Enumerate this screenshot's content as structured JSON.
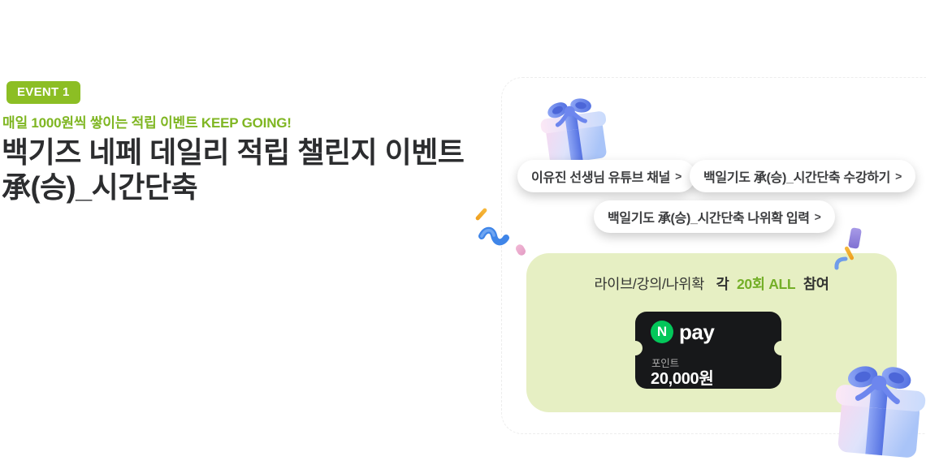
{
  "event": {
    "badge_label": "EVENT 1",
    "subtitle": "매일 1000원씩 쌓이는 적립 이벤트 KEEP GOING!",
    "title_line1": "백기즈 네페 데일리 적립 챌린지 이벤트",
    "title_line2": "承(승)_시간단축"
  },
  "links": [
    {
      "label": "이유진 선생님 유튜브 채널"
    },
    {
      "label": "백일기도 承(승)_시간단축 수강하기"
    },
    {
      "label": "백일기도 承(승)_시간단축 나위확 입력"
    }
  ],
  "icons": {
    "chevron": ">",
    "npay_n": "N"
  },
  "reward_panel": {
    "heading": {
      "prefix": "라이브/강의/나위확",
      "mid": "각",
      "highlight": "20회 ALL",
      "suffix": "참여"
    },
    "coupon": {
      "brand": "pay",
      "label": "포인트",
      "amount": "20,000원"
    }
  },
  "colors": {
    "badge_green": "#8CBE24",
    "subtitle_green": "#7FB622",
    "title_dark": "#2C2D2F",
    "pill_bg": "#FFFFFF",
    "pill_text": "#3B3C3E",
    "panel_bg": "#E6EFC3",
    "highlight_green": "#74AF28",
    "coupon_bg": "#17181A",
    "npay_green": "#03C75A",
    "coupon_amount_white": "#FFFFFF"
  },
  "decorations": {
    "gift_top": "gift-box",
    "gift_bottom": "gift-box",
    "confetti": [
      "orange-strand-left",
      "blue-ribbon-left",
      "pink-piece-left",
      "purple-ribbon-right",
      "orange-strand-right",
      "blue-curl-right"
    ]
  }
}
